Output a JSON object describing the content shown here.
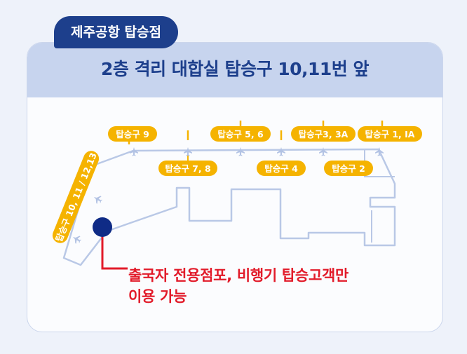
{
  "location_tag": "제주공항 탑승점",
  "subtitle": "2층 격리 대합실 탑승구 10,11번 앞",
  "gates": {
    "g9": "탑승구 9",
    "g56": "탑승구 5, 6",
    "g33a": "탑승구3, 3A",
    "g11a": "탑승구 1, IA",
    "g78": "탑승구 7, 8",
    "g4": "탑승구 4",
    "g2": "탑승구 2",
    "g101112": "탑승구 10, 11 / 12,13"
  },
  "note_line1": "출국자 전용점포, 비행기 탑승고객만",
  "note_line2": "이용 가능",
  "colors": {
    "navy": "#1d3f8c",
    "gate_label": "#f5b300",
    "floor_outline": "#b9c8e6",
    "highlight": "#e21b2a",
    "store_marker": "#0f2b86"
  },
  "icons": [
    "airplane-icon",
    "location-marker"
  ]
}
